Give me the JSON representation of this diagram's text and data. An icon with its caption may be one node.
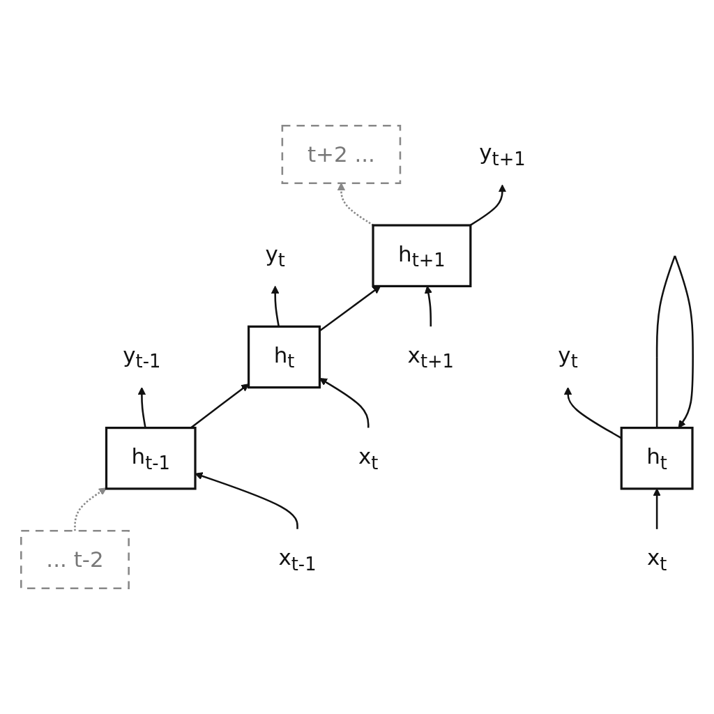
{
  "diagram": {
    "nodes": [
      {
        "text": [
          "y$_{t}$"
        ]
      },
      {
        "text": [
          "h$_{t}$"
        ]
      },
      {
        "text": [
          "x$_{t}$"
        ]
      },
      {
        "text": [
          "y$_{t-1}$"
        ]
      },
      {
        "text": [
          "y$_{t}$"
        ]
      },
      {
        "text": [
          "y$_{t+1}$"
        ]
      },
      {
        "text": [
          "... t-2"
        ]
      },
      {
        "text": [
          "h$_{t-1}$"
        ]
      },
      {
        "text": [
          "h$_{t}$"
        ]
      },
      {
        "text": [
          "h$_{t+1}$"
        ]
      },
      {
        "text": [
          "t+2 ..."
        ]
      },
      {
        "text": [
          "x$_{t-1}$"
        ]
      },
      {
        "text": [
          "x$_{t}$"
        ]
      },
      {
        "text": [
          "x$_{t+1}$"
        ]
      }
    ],
    "edges": [
      {
        "from": 2,
        "to": 1,
        "arrow": "to"
      },
      {
        "from": 1,
        "to": 0,
        "arrow": "to"
      },
      {
        "from": 1,
        "to": 1,
        "arrow": "to"
      },
      {
        "from": 6,
        "to": 7,
        "arrow": "to",
        "style": "dashed",
        "color": "#888888"
      },
      {
        "from": 7,
        "to": 8,
        "arrow": "to"
      },
      {
        "from": 8,
        "to": 9,
        "arrow": "to"
      },
      {
        "from": 9,
        "to": 10,
        "arrow": "to",
        "style": "dashed",
        "color": "#888888"
      },
      {
        "from": 11,
        "to": 7,
        "arrow": "to"
      },
      {
        "from": 12,
        "to": 8,
        "arrow": "to"
      },
      {
        "from": 13,
        "to": 9,
        "arrow": "to"
      },
      {
        "from": 7,
        "to": 3,
        "arrow": "to"
      },
      {
        "from": 8,
        "to": 4,
        "arrow": "to"
      },
      {
        "from": 9,
        "to": 5,
        "arrow": "to"
      }
    ]
  }
}
